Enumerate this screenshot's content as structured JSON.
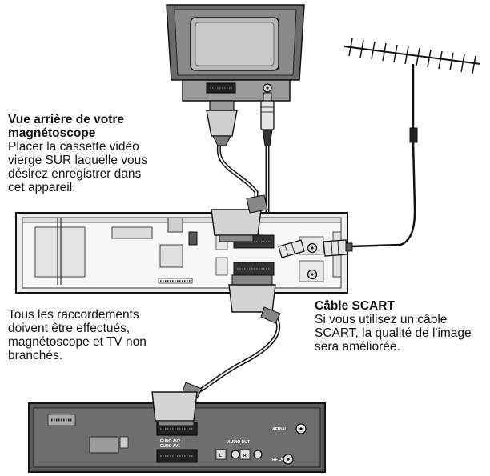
{
  "rear_view": {
    "title_line1": "Vue arrière de votre",
    "title_line2": "magnétoscope",
    "body_lines": [
      "Placer la cassette vidéo",
      "vierge SUR laquelle vous",
      "désirez enregistrer dans",
      "cet appareil."
    ]
  },
  "connection_note": {
    "lines": [
      "Tous les raccordements",
      "doivent être effectués,",
      "magnétoscope et TV non",
      "branchés."
    ]
  },
  "scart_cable": {
    "title": "Câble SCART",
    "lines": [
      "Si vous utilisez un câble",
      "SCART, la qualité de l'image",
      "sera améliorée."
    ]
  },
  "lower_vcr_labels": {
    "euro_av2": "EURO AV2",
    "euro_av1": "EURO AV1",
    "audio_out": "AUDIO OUT",
    "aerial": "AERIAL",
    "rf_out": "RF OUT",
    "audio_l": "L",
    "audio_r": "R"
  }
}
